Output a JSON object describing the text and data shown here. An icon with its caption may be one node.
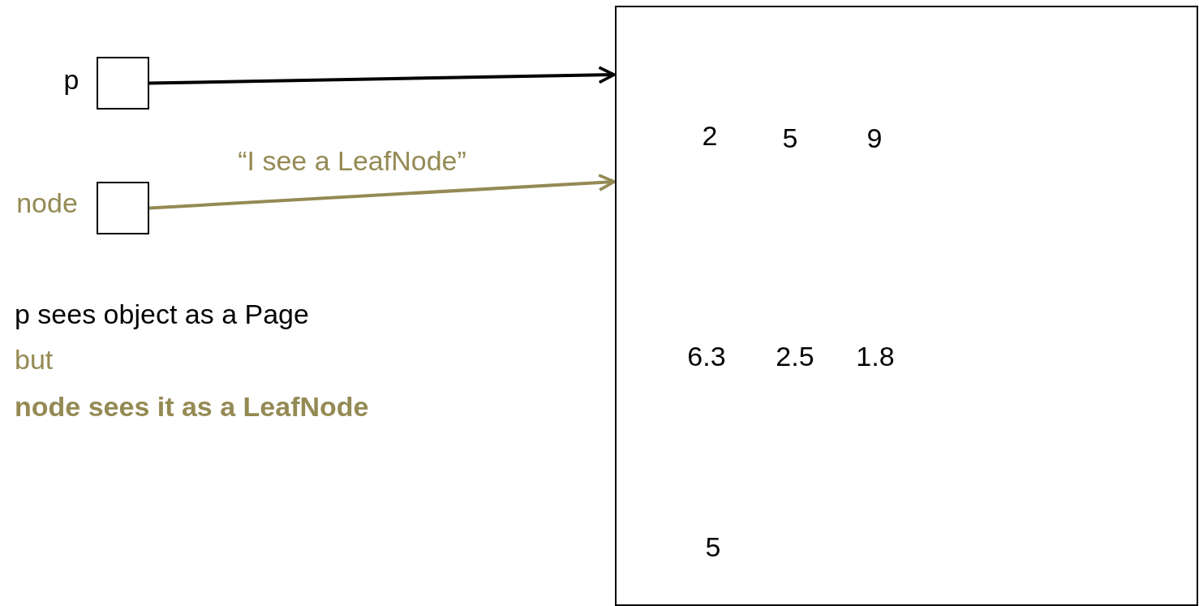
{
  "diagram": {
    "nodes": [
      {
        "text": [],
        "shape": "box",
        "beside": [
          "p"
        ]
      },
      {
        "text": [],
        "shape": "box",
        "beside": [
          "node"
        ]
      },
      {
        "text": [
          "2",
          "5",
          "9",
          "6.3",
          "2.5",
          "1.8",
          "5"
        ]
      }
    ],
    "edges": [
      {
        "from": 0,
        "to": 2,
        "arrow": "to"
      },
      {
        "from": 1,
        "to": 2,
        "arrow": "to",
        "label": "“I see a LeafNode”",
        "color": "#948a54"
      }
    ],
    "labels": [
      "p sees object as a Page",
      "but",
      "node sees it as a LeafNode"
    ]
  }
}
